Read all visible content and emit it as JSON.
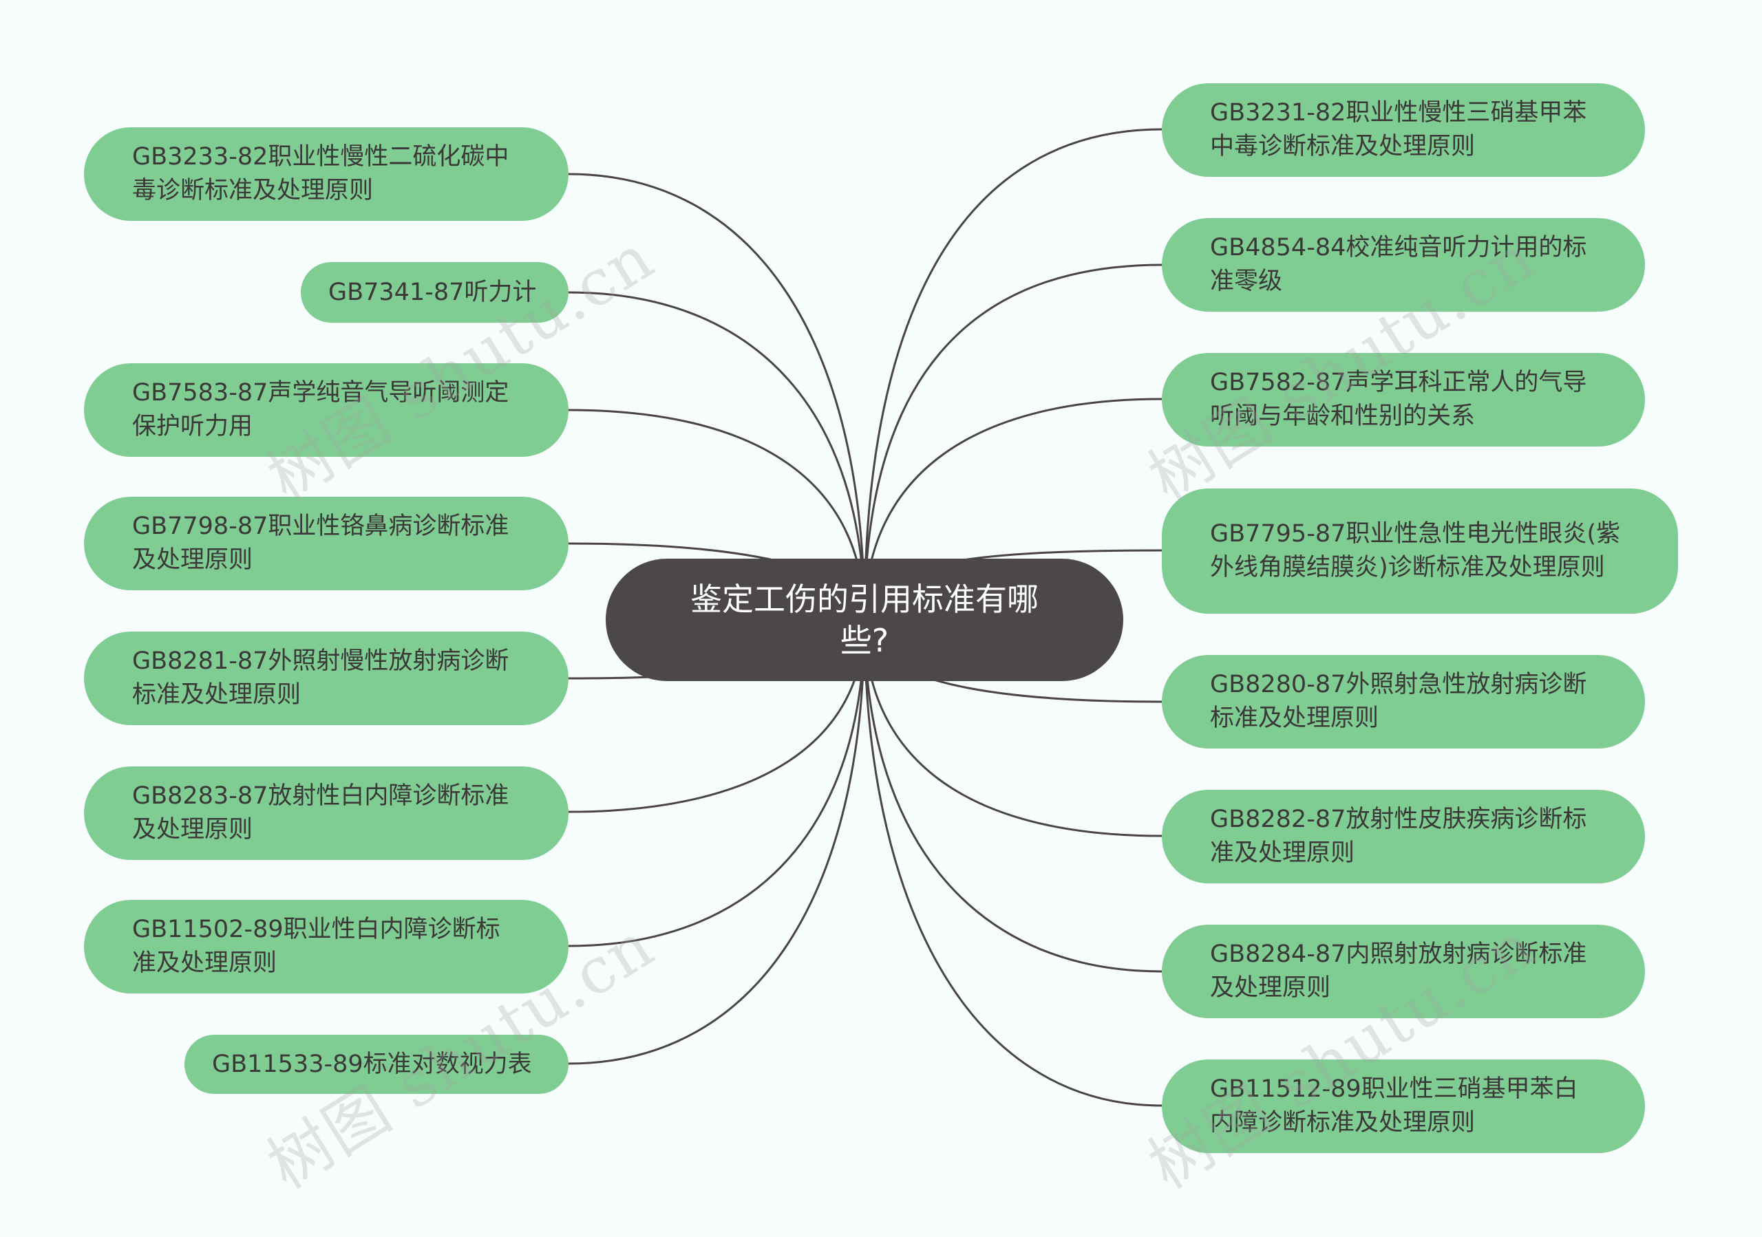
{
  "central": "鉴定工伤的引用标准有哪些?",
  "left_nodes": [
    "GB3233-82职业性慢性二硫化碳中毒诊断标准及处理原则",
    "GB7341-87听力计",
    "GB7583-87声学纯音气导听阈测定保护听力用",
    "GB7798-87职业性铬鼻病诊断标准及处理原则",
    "GB8281-87外照射慢性放射病诊断标准及处理原则",
    "GB8283-87放射性白内障诊断标准及处理原则",
    "GB11502-89职业性白内障诊断标准及处理原则",
    "GB11533-89标准对数视力表"
  ],
  "right_nodes": [
    "GB3231-82职业性慢性三硝基甲苯中毒诊断标准及处理原则",
    "GB4854-84校准纯音听力计用的标准零级",
    "GB7582-87声学耳科正常人的气导听阈与年龄和性别的关系",
    "GB7795-87职业性急性电光性眼炎(紫外线角膜结膜炎)诊断标准及处理原则",
    "GB8280-87外照射急性放射病诊断标准及处理原则",
    "GB8282-87放射性皮肤疾病诊断标准及处理原则",
    "GB8284-87内照射放射病诊断标准及处理原则",
    "GB11512-89职业性三硝基甲苯白内障诊断标准及处理原则"
  ],
  "watermark": "树图 shutu.cn",
  "colors": {
    "background": "#f7fcfd",
    "node_fill": "#80cd93",
    "center_fill": "#4d4848",
    "link": "#4a4443"
  }
}
